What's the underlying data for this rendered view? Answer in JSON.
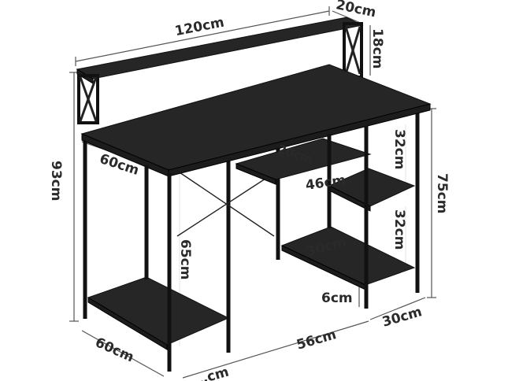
{
  "dimensions": {
    "hutch_width": "120cm",
    "hutch_depth": "20cm",
    "hutch_height": "18cm",
    "total_height": "93cm",
    "desk_depth": "60cm",
    "drawer_depth": "20cm",
    "drawer_width": "46cm",
    "shelf_upper_height": "32cm",
    "shelf_lower_height": "32cm",
    "desk_height": "75cm",
    "shelf_width": "30cm",
    "under_desk_height": "65cm",
    "shelf_clearance": "6cm",
    "shelf_depth": "30cm",
    "base_depth": "60cm",
    "inner_width": "56cm",
    "left_width_partial": "…cm"
  }
}
